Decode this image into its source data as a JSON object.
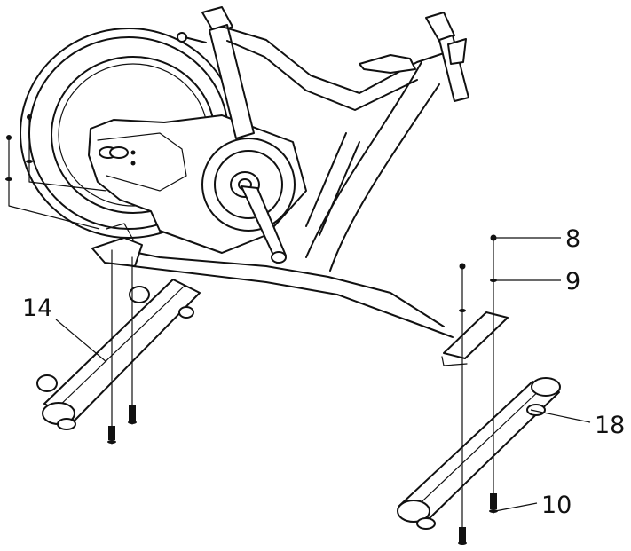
{
  "callouts": {
    "part_8": "8",
    "part_9": "9",
    "part_10": "10",
    "part_14": "14",
    "part_18": "18"
  }
}
